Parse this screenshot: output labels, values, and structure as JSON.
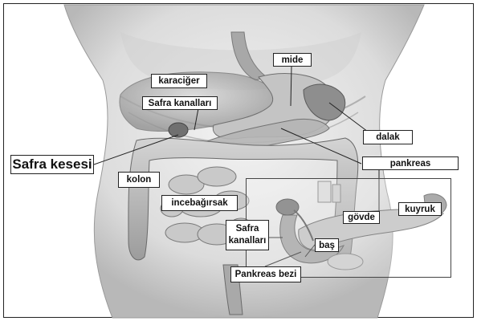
{
  "labels": {
    "mide": "mide",
    "karaciger": "karaciğer",
    "safra_kanallari_top": "Safra kanalları",
    "safra_kesesi": "Safra kesesi",
    "dalak": "dalak",
    "pankreas": "pankreas",
    "kolon": "kolon",
    "incebagirsak": "incebağırsak",
    "kuyruk": "kuyruk",
    "govde": "gövde",
    "safra_kanallari_inset": "Safra kanalları",
    "bas": "baş",
    "pankreas_bezi": "Pankreas bezi"
  }
}
